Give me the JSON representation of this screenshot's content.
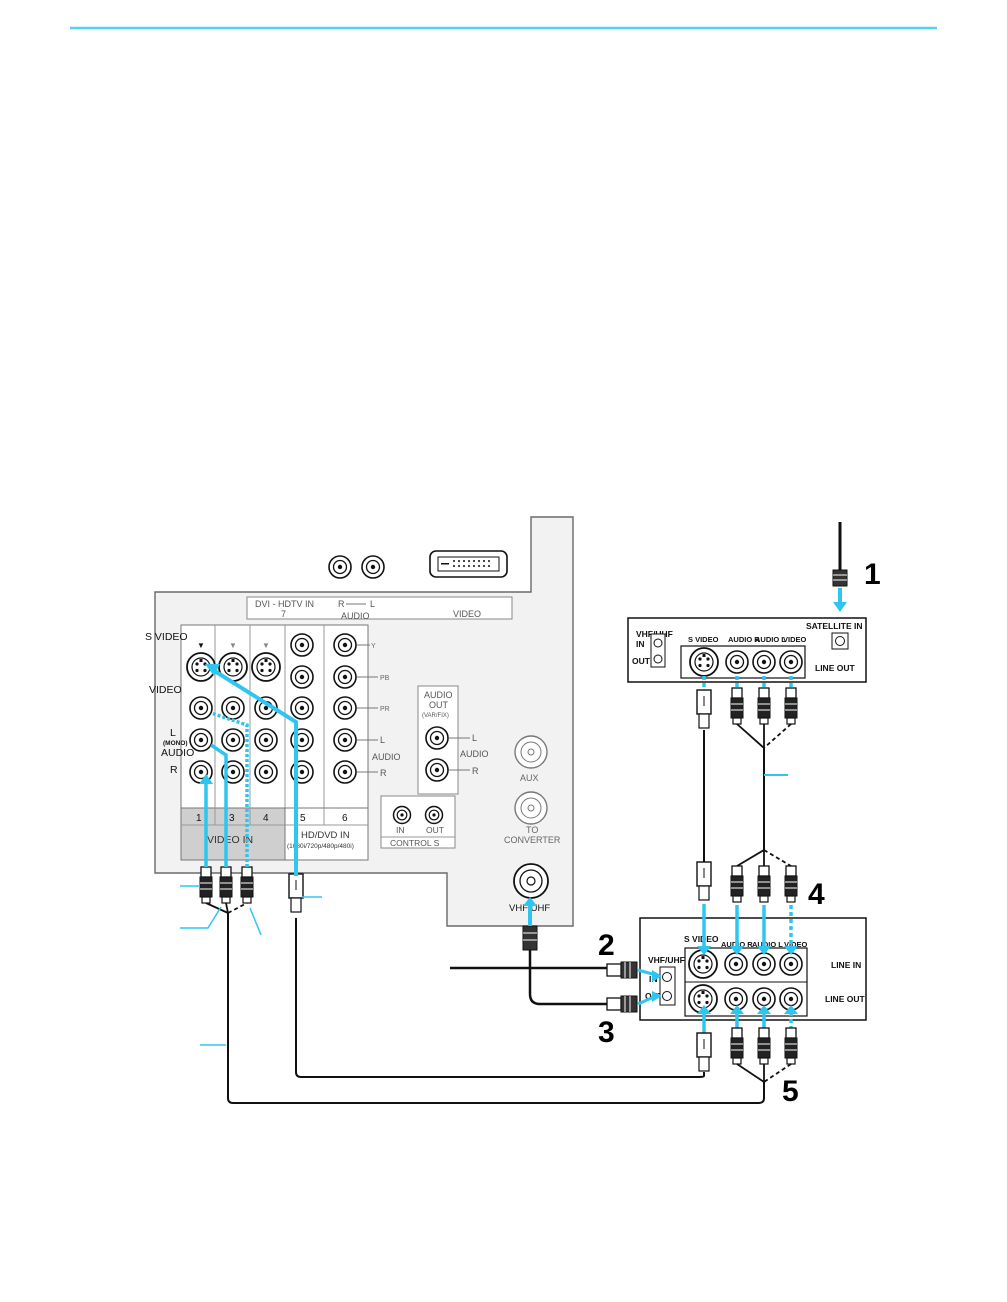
{
  "colors": {
    "cable": "#2ec5f0",
    "rule": "#4fd6ea",
    "line": "#111111",
    "panel": "#f2f2f2",
    "band": "#cfcfcf",
    "label": "#555555"
  },
  "tv_panel": {
    "dvi_hdtv_in": "DVI - HDTV  IN",
    "dvi_number": "7",
    "r": "R",
    "l": "L",
    "audio": "AUDIO",
    "video": "VIDEO",
    "s_video": "S VIDEO",
    "video_label": "VIDEO",
    "l_mono": "L",
    "mono": "(MONO)",
    "audio_label": "AUDIO",
    "r_label": "R",
    "input_numbers": [
      "1",
      "3",
      "4",
      "5",
      "6"
    ],
    "video_in": "VIDEO IN",
    "hd_dvd_in": "HD/DVD IN",
    "hd_dvd_modes": "(1080i/720p/480p/480i)",
    "y": "Y",
    "pb": "PB",
    "pr": "PR",
    "comp_l": "L",
    "comp_audio": "AUDIO",
    "comp_r": "R",
    "audio_out": "AUDIO",
    "audio_out_2": "OUT",
    "var_fix": "(VAR/FIX)",
    "ao_l": "L",
    "ao_audio": "AUDIO",
    "ao_r": "R",
    "aux": "AUX",
    "to": "TO",
    "converter": "CONVERTER",
    "control_s_in": "IN",
    "control_s_out": "OUT",
    "control_s": "CONTROL S",
    "vhf_uhf": "VHF/UHF"
  },
  "satellite_receiver": {
    "satellite_in": "SATELLITE IN",
    "vhf_uhf": "VHF/UHF",
    "in": "IN",
    "out": "OUT",
    "s_video": "S VIDEO",
    "audio_r": "AUDIO R",
    "audio_l": "AUDIO L",
    "video": "VIDEO",
    "line_out": "LINE OUT"
  },
  "vcr": {
    "s_video": "S VIDEO",
    "audio_r": "AUDIO R",
    "audio_l": "AUDIO L",
    "video": "VIDEO",
    "vhf_uhf": "VHF/UHF",
    "in": "IN",
    "out": "OUT",
    "line_in": "LINE IN",
    "line_out": "LINE OUT"
  },
  "step_numbers": [
    "1",
    "2",
    "3",
    "4",
    "5"
  ]
}
